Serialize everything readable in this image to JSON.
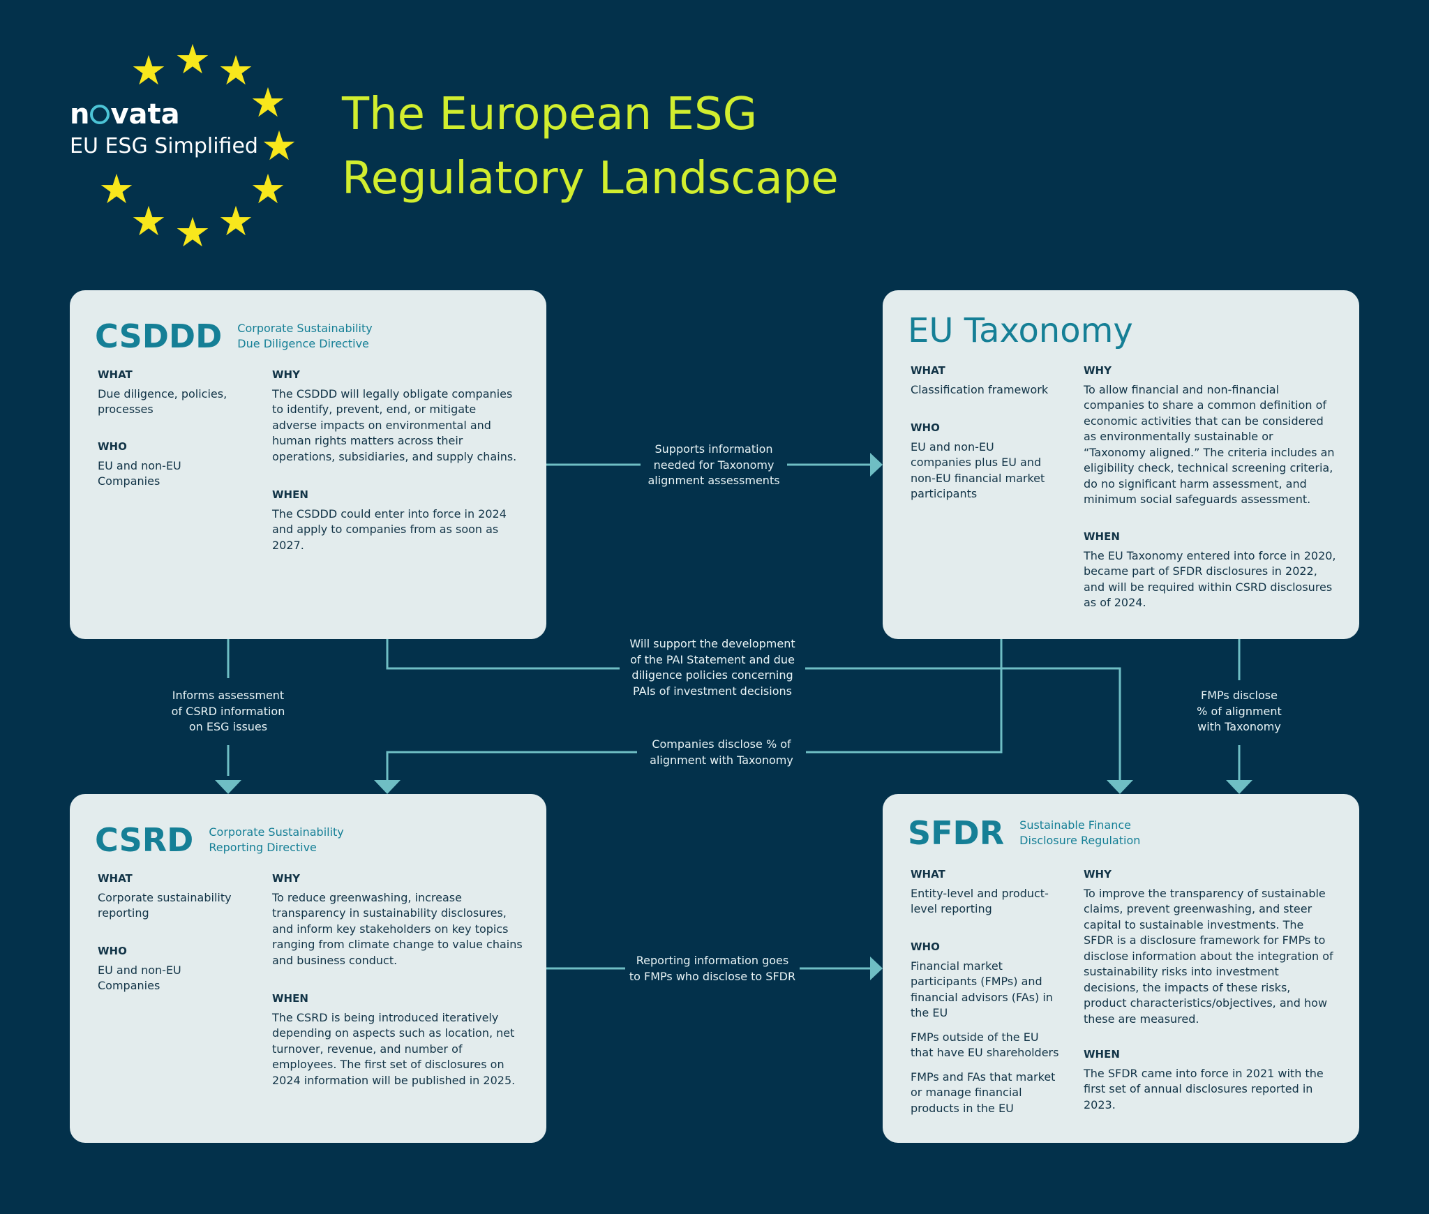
{
  "header": {
    "brand_logo_prefix": "n",
    "brand_logo_suffix": "vata",
    "brand_subtitle": "EU ESG Simplified",
    "title_line1": "The European ESG",
    "title_line2": "Regulatory Landscape"
  },
  "colors": {
    "background": "#03314b",
    "title": "#d2ee2f",
    "card": "#e3eced",
    "accent": "#157f96",
    "connector": "#6fbec4",
    "star": "#f8e71c"
  },
  "cards": {
    "csddd": {
      "name": "CSDDD",
      "full_line1": "Corporate Sustainability",
      "full_line2": "Due Diligence Directive",
      "what_label": "WHAT",
      "what_text": "Due diligence, policies, processes",
      "who_label": "WHO",
      "who_text": "EU and non-EU Companies",
      "why_label": "WHY",
      "why_text": "The CSDDD will legally obligate companies to identify, prevent, end, or mitigate adverse impacts on environmental and human rights matters across their operations, subsidiaries, and supply chains.",
      "when_label": "WHEN",
      "when_text": "The CSDDD could enter into force in 2024 and apply to companies from as soon as 2027."
    },
    "taxonomy": {
      "name": "EU Taxonomy",
      "what_label": "WHAT",
      "what_text": "Classification framework",
      "who_label": "WHO",
      "who_text": "EU and non-EU companies plus EU and non-EU financial market participants",
      "why_label": "WHY",
      "why_text": "To allow financial and non-financial companies to share a common definition of economic activities that can be considered as environmentally sustainable or “Taxonomy aligned.” The criteria includes an eligibility check, technical screening criteria, do no significant harm assessment, and minimum social safeguards assessment.",
      "when_label": "WHEN",
      "when_text": "The EU Taxonomy entered into force in 2020, became part of SFDR disclosures in 2022, and will be required within CSRD disclosures as of 2024."
    },
    "csrd": {
      "name": "CSRD",
      "full_line1": "Corporate Sustainability",
      "full_line2": "Reporting Directive",
      "what_label": "WHAT",
      "what_text": "Corporate sustainability reporting",
      "who_label": "WHO",
      "who_text": "EU and non-EU Companies",
      "why_label": "WHY",
      "why_text": "To reduce greenwashing, increase transparency in sustainability disclosures, and inform key stakeholders on key topics ranging from climate change to value chains and business conduct.",
      "when_label": "WHEN",
      "when_text": "The CSRD is being introduced iteratively depending on aspects such as location, net turnover, revenue, and number of employees. The first set of disclosures on 2024 information will be published in 2025."
    },
    "sfdr": {
      "name": "SFDR",
      "full_line1": "Sustainable Finance",
      "full_line2": "Disclosure Regulation",
      "what_label": "WHAT",
      "what_text": "Entity-level and product-level reporting",
      "who_label": "WHO",
      "who_text_1": "Financial market participants (FMPs) and financial advisors (FAs) in the EU",
      "who_text_2": "FMPs outside of the EU that have EU shareholders",
      "who_text_3": "FMPs and FAs that market or manage financial products in the EU",
      "why_label": "WHY",
      "why_text": "To improve the transparency of sustainable claims, prevent greenwashing, and steer capital to sustainable investments. The SFDR is a disclosure framework for FMPs to disclose information about the integration of sustainability risks into investment decisions, the impacts of these risks, product characteristics/objectives, and how these are measured.",
      "when_label": "WHEN",
      "when_text": "The SFDR came into force in 2021 with the first set of annual disclosures reported in 2023."
    }
  },
  "connectors": {
    "csddd_to_taxonomy": [
      "Supports information",
      "needed for Taxonomy",
      "alignment assessments"
    ],
    "csddd_to_sfdr": [
      "Will support the development",
      "of the PAI Statement and due",
      "diligence policies concerning",
      "PAIs of investment decisions"
    ],
    "csddd_to_csrd": [
      "Informs assessment",
      "of CSRD information",
      "on ESG issues"
    ],
    "taxonomy_to_csrd": [
      "Companies disclose % of",
      "alignment with Taxonomy"
    ],
    "taxonomy_to_sfdr": [
      "FMPs disclose",
      "% of alignment",
      "with Taxonomy"
    ],
    "csrd_to_sfdr": [
      "Reporting information goes",
      "to FMPs who disclose to SFDR"
    ]
  }
}
